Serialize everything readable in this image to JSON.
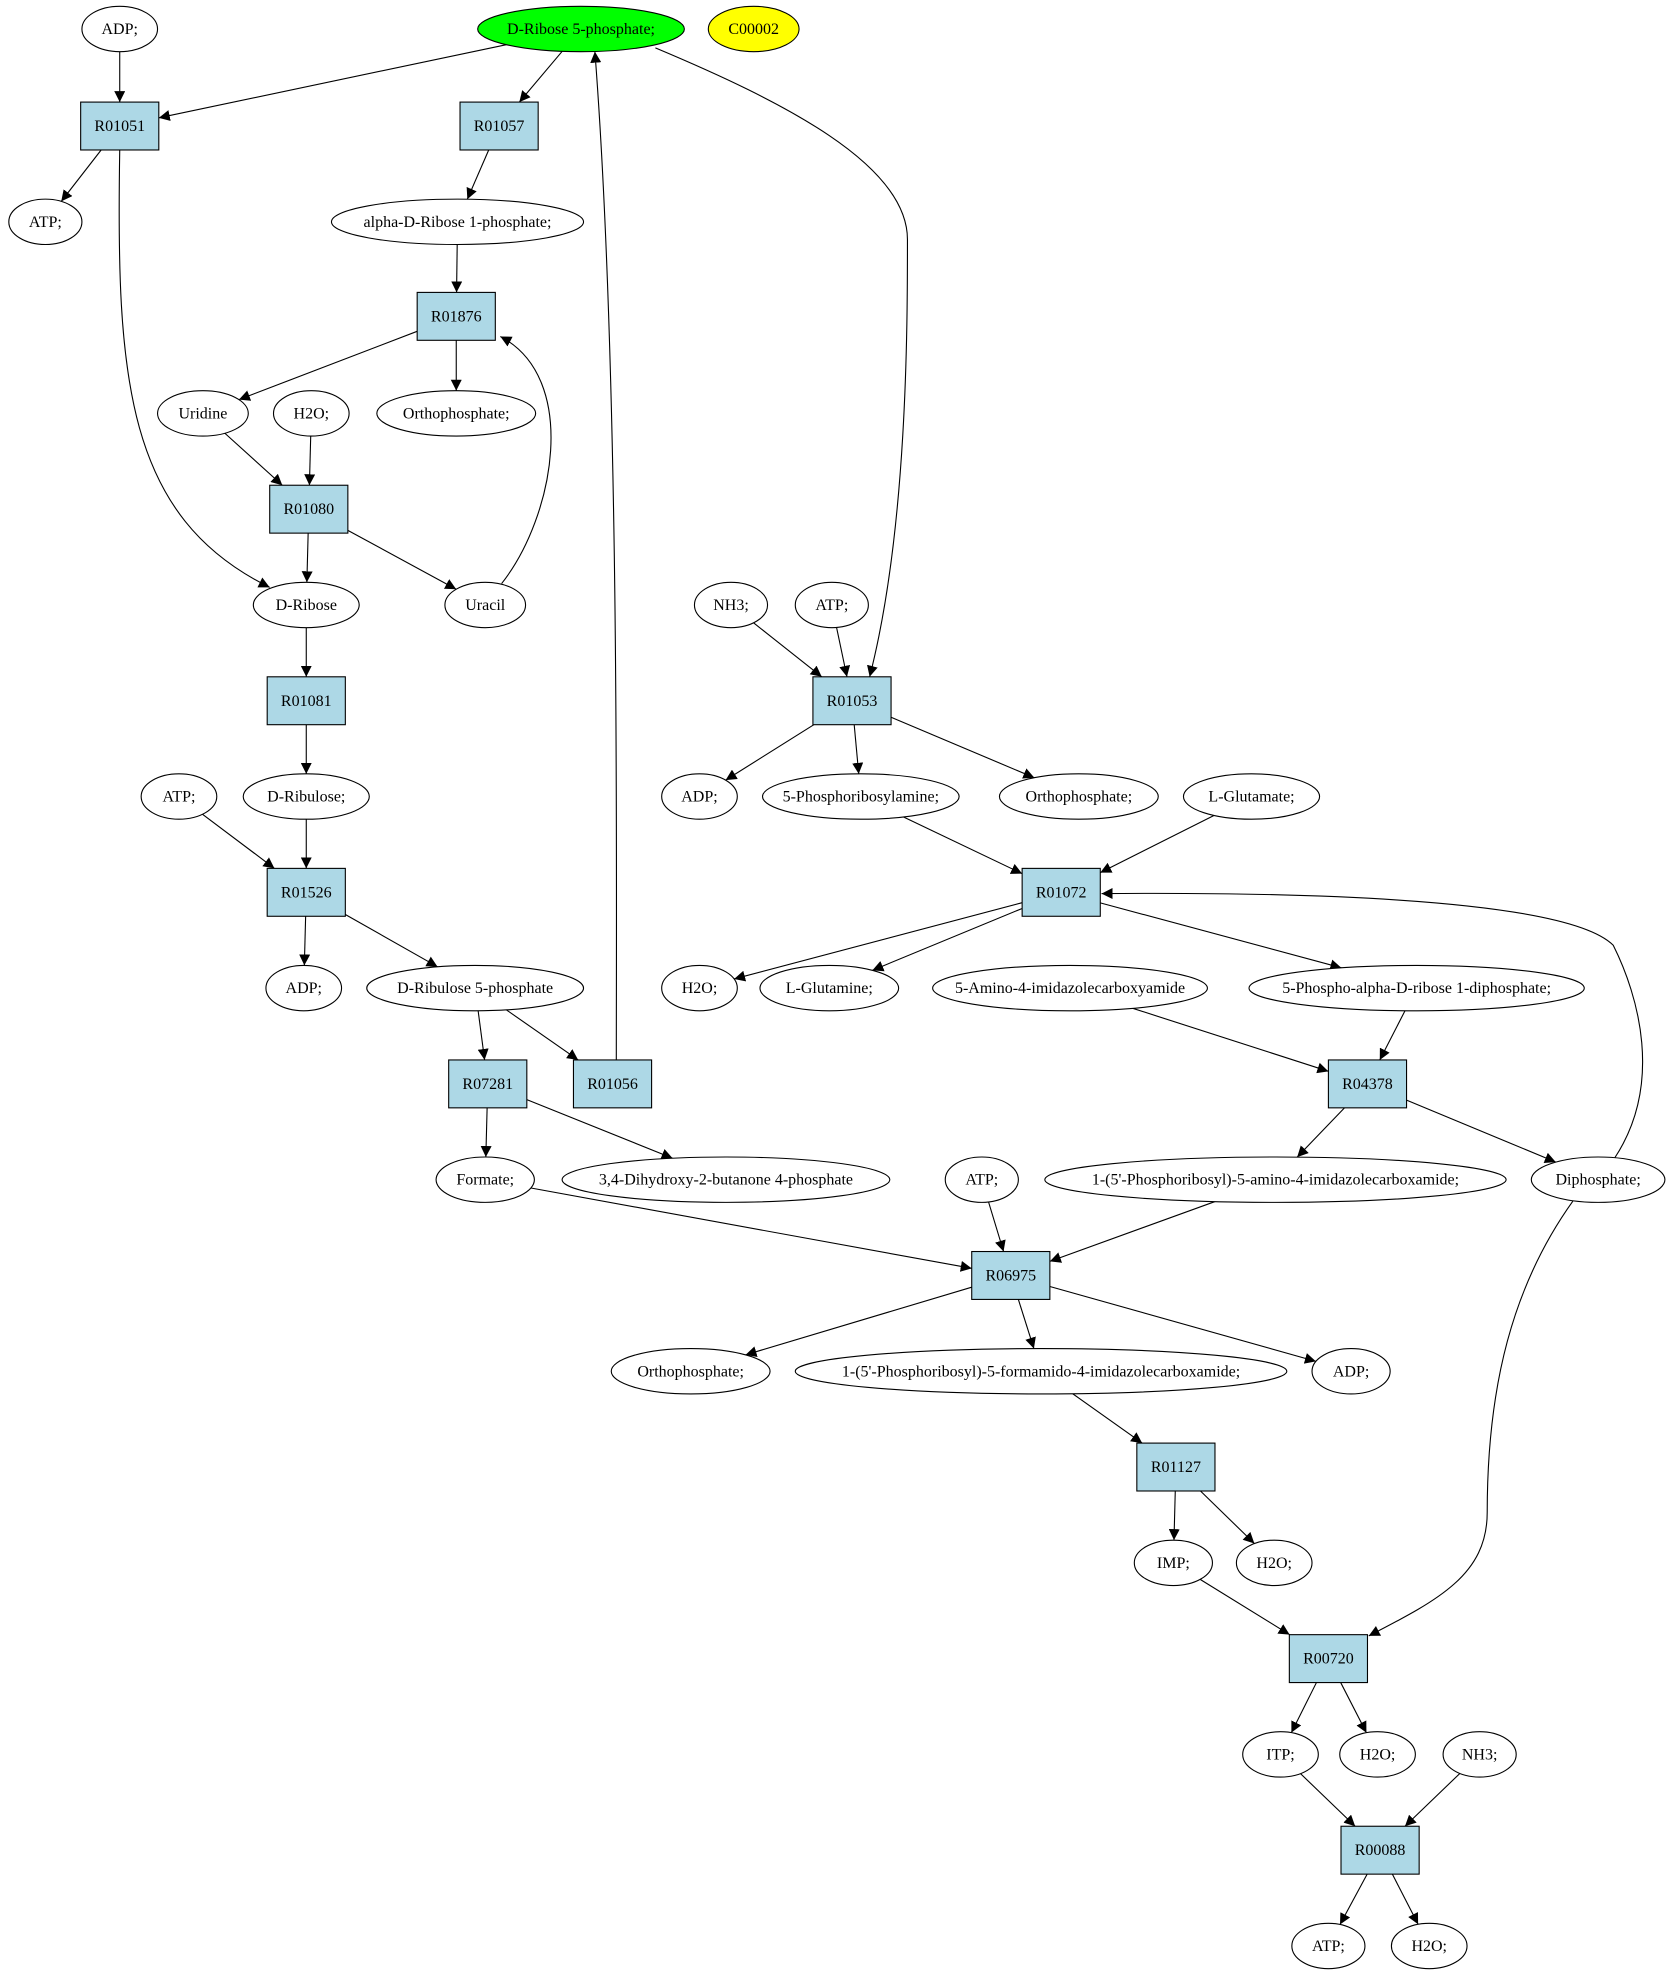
{
  "colors": {
    "reaction_fill": "#add8e6",
    "metabolite_fill": "#ffffff",
    "highlight_fill": "#00ff00",
    "query_fill": "#ffff00",
    "stroke": "#000000"
  },
  "nodes": [
    {
      "id": "adp_1",
      "label": "ADP;",
      "kind": "compound"
    },
    {
      "id": "dr5p",
      "label": "D-Ribose 5-phosphate;",
      "kind": "compound",
      "highlight": "green"
    },
    {
      "id": "c00002",
      "label": "C00002",
      "kind": "compound",
      "highlight": "yellow"
    },
    {
      "id": "r01051",
      "label": "R01051",
      "kind": "reaction"
    },
    {
      "id": "r01057",
      "label": "R01057",
      "kind": "reaction"
    },
    {
      "id": "atp_1",
      "label": "ATP;",
      "kind": "compound"
    },
    {
      "id": "adr1p",
      "label": "alpha-D-Ribose 1-phosphate;",
      "kind": "compound"
    },
    {
      "id": "r01876",
      "label": "R01876",
      "kind": "reaction"
    },
    {
      "id": "uridine",
      "label": "Uridine",
      "kind": "compound"
    },
    {
      "id": "h2o_1",
      "label": "H2O;",
      "kind": "compound"
    },
    {
      "id": "ortho_1",
      "label": "Orthophosphate;",
      "kind": "compound"
    },
    {
      "id": "r01080",
      "label": "R01080",
      "kind": "reaction"
    },
    {
      "id": "dribose",
      "label": "D-Ribose",
      "kind": "compound"
    },
    {
      "id": "uracil",
      "label": "Uracil",
      "kind": "compound"
    },
    {
      "id": "r01081",
      "label": "R01081",
      "kind": "reaction"
    },
    {
      "id": "atp_2",
      "label": "ATP;",
      "kind": "compound"
    },
    {
      "id": "dribulose",
      "label": "D-Ribulose;",
      "kind": "compound"
    },
    {
      "id": "r01526",
      "label": "R01526",
      "kind": "reaction"
    },
    {
      "id": "adp_2",
      "label": "ADP;",
      "kind": "compound"
    },
    {
      "id": "dru5p",
      "label": "D-Ribulose 5-phosphate",
      "kind": "compound"
    },
    {
      "id": "r07281",
      "label": "R07281",
      "kind": "reaction"
    },
    {
      "id": "r01056",
      "label": "R01056",
      "kind": "reaction"
    },
    {
      "id": "formate",
      "label": "Formate;",
      "kind": "compound"
    },
    {
      "id": "dhbp",
      "label": "3,4-Dihydroxy-2-butanone 4-phosphate",
      "kind": "compound"
    },
    {
      "id": "nh3_1",
      "label": "NH3;",
      "kind": "compound"
    },
    {
      "id": "atp_3",
      "label": "ATP;",
      "kind": "compound"
    },
    {
      "id": "r01053",
      "label": "R01053",
      "kind": "reaction"
    },
    {
      "id": "adp_3",
      "label": "ADP;",
      "kind": "compound"
    },
    {
      "id": "pra",
      "label": "5-Phosphoribosylamine;",
      "kind": "compound"
    },
    {
      "id": "ortho_2",
      "label": "Orthophosphate;",
      "kind": "compound"
    },
    {
      "id": "lglu",
      "label": "L-Glutamate;",
      "kind": "compound"
    },
    {
      "id": "r01072",
      "label": "R01072",
      "kind": "reaction"
    },
    {
      "id": "h2o_2",
      "label": "H2O;",
      "kind": "compound"
    },
    {
      "id": "lgln",
      "label": "L-Glutamine;",
      "kind": "compound"
    },
    {
      "id": "aica",
      "label": "5-Amino-4-imidazolecarboxyamide",
      "kind": "compound"
    },
    {
      "id": "prpp",
      "label": "5-Phospho-alpha-D-ribose 1-diphosphate;",
      "kind": "compound"
    },
    {
      "id": "r04378",
      "label": "R04378",
      "kind": "reaction"
    },
    {
      "id": "atp_4",
      "label": "ATP;",
      "kind": "compound"
    },
    {
      "id": "aicar",
      "label": "1-(5'-Phosphoribosyl)-5-amino-4-imidazolecarboxamide;",
      "kind": "compound"
    },
    {
      "id": "diphos",
      "label": "Diphosphate;",
      "kind": "compound"
    },
    {
      "id": "r06975",
      "label": "R06975",
      "kind": "reaction"
    },
    {
      "id": "ortho_3",
      "label": "Orthophosphate;",
      "kind": "compound"
    },
    {
      "id": "faicar",
      "label": "1-(5'-Phosphoribosyl)-5-formamido-4-imidazolecarboxamide;",
      "kind": "compound"
    },
    {
      "id": "adp_4",
      "label": "ADP;",
      "kind": "compound"
    },
    {
      "id": "r01127",
      "label": "R01127",
      "kind": "reaction"
    },
    {
      "id": "imp",
      "label": "IMP;",
      "kind": "compound"
    },
    {
      "id": "h2o_3",
      "label": "H2O;",
      "kind": "compound"
    },
    {
      "id": "r00720",
      "label": "R00720",
      "kind": "reaction"
    },
    {
      "id": "itp",
      "label": "ITP;",
      "kind": "compound"
    },
    {
      "id": "h2o_4",
      "label": "H2O;",
      "kind": "compound"
    },
    {
      "id": "nh3_2",
      "label": "NH3;",
      "kind": "compound"
    },
    {
      "id": "r00088",
      "label": "R00088",
      "kind": "reaction"
    },
    {
      "id": "atp_5",
      "label": "ATP;",
      "kind": "compound"
    },
    {
      "id": "h2o_5",
      "label": "H2O;",
      "kind": "compound"
    }
  ],
  "edges": [
    {
      "from": "adp_1",
      "to": "r01051"
    },
    {
      "from": "dr5p",
      "to": "r01051"
    },
    {
      "from": "dr5p",
      "to": "r01057"
    },
    {
      "from": "dr5p",
      "to": "r01053"
    },
    {
      "from": "r01051",
      "to": "atp_1"
    },
    {
      "from": "r01051",
      "to": "dribose"
    },
    {
      "from": "r01057",
      "to": "adr1p"
    },
    {
      "from": "adr1p",
      "to": "r01876"
    },
    {
      "from": "r01876",
      "to": "uridine"
    },
    {
      "from": "r01876",
      "to": "ortho_1"
    },
    {
      "from": "uridine",
      "to": "r01080"
    },
    {
      "from": "h2o_1",
      "to": "r01080"
    },
    {
      "from": "r01080",
      "to": "dribose"
    },
    {
      "from": "r01080",
      "to": "uracil"
    },
    {
      "from": "uracil",
      "to": "r01876"
    },
    {
      "from": "dribose",
      "to": "r01081"
    },
    {
      "from": "r01081",
      "to": "dribulose"
    },
    {
      "from": "atp_2",
      "to": "r01526"
    },
    {
      "from": "dribulose",
      "to": "r01526"
    },
    {
      "from": "r01526",
      "to": "adp_2"
    },
    {
      "from": "r01526",
      "to": "dru5p"
    },
    {
      "from": "dru5p",
      "to": "r07281"
    },
    {
      "from": "dru5p",
      "to": "r01056"
    },
    {
      "from": "r01056",
      "to": "dr5p"
    },
    {
      "from": "r07281",
      "to": "formate"
    },
    {
      "from": "r07281",
      "to": "dhbp"
    },
    {
      "from": "nh3_1",
      "to": "r01053"
    },
    {
      "from": "atp_3",
      "to": "r01053"
    },
    {
      "from": "r01053",
      "to": "adp_3"
    },
    {
      "from": "r01053",
      "to": "pra"
    },
    {
      "from": "r01053",
      "to": "ortho_2"
    },
    {
      "from": "pra",
      "to": "r01072"
    },
    {
      "from": "lglu",
      "to": "r01072"
    },
    {
      "from": "r01072",
      "to": "h2o_2"
    },
    {
      "from": "r01072",
      "to": "lgln"
    },
    {
      "from": "r01072",
      "to": "prpp"
    },
    {
      "from": "aica",
      "to": "r04378"
    },
    {
      "from": "prpp",
      "to": "r04378"
    },
    {
      "from": "r04378",
      "to": "aicar"
    },
    {
      "from": "r04378",
      "to": "diphos"
    },
    {
      "from": "diphos",
      "to": "r01072"
    },
    {
      "from": "diphos",
      "to": "r00720"
    },
    {
      "from": "formate",
      "to": "r06975"
    },
    {
      "from": "atp_4",
      "to": "r06975"
    },
    {
      "from": "aicar",
      "to": "r06975"
    },
    {
      "from": "r06975",
      "to": "ortho_3"
    },
    {
      "from": "r06975",
      "to": "faicar"
    },
    {
      "from": "r06975",
      "to": "adp_4"
    },
    {
      "from": "faicar",
      "to": "r01127"
    },
    {
      "from": "r01127",
      "to": "imp"
    },
    {
      "from": "r01127",
      "to": "h2o_3"
    },
    {
      "from": "imp",
      "to": "r00720"
    },
    {
      "from": "r00720",
      "to": "itp"
    },
    {
      "from": "r00720",
      "to": "h2o_4"
    },
    {
      "from": "itp",
      "to": "r00088"
    },
    {
      "from": "nh3_2",
      "to": "r00088"
    },
    {
      "from": "r00088",
      "to": "atp_5"
    },
    {
      "from": "r00088",
      "to": "h2o_5"
    }
  ]
}
